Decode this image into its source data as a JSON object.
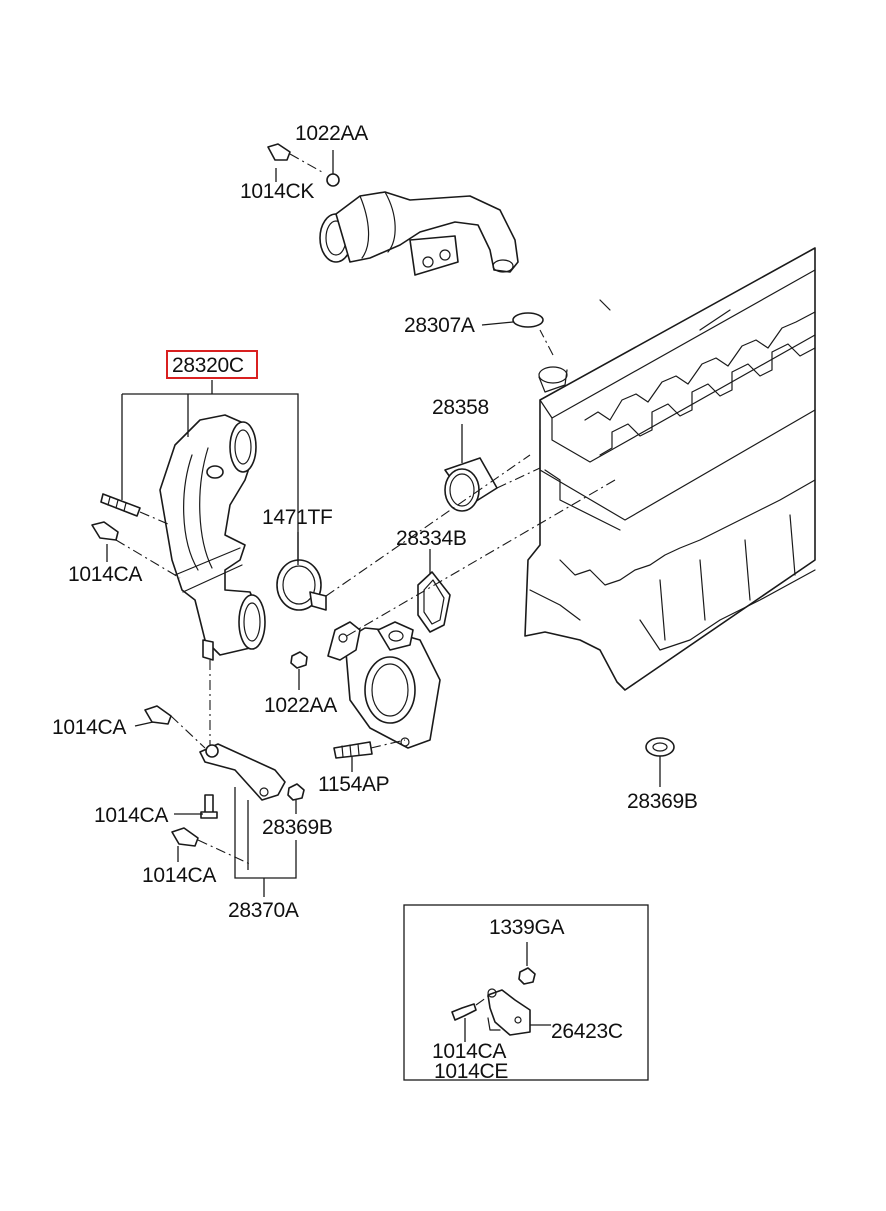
{
  "labels": {
    "p1022AA_top": "1022AA",
    "p1014CK": "1014CK",
    "p28307A": "28307A",
    "p28320C": "28320C",
    "p28358": "28358",
    "p1471TF": "1471TF",
    "p28334B": "28334B",
    "p1014CA_left": "1014CA",
    "p1022AA_mid": "1022AA",
    "p1014CA_bracket": "1014CA",
    "p1154AP": "1154AP",
    "p28369B_right": "28369B",
    "p1014CA_lower": "1014CA",
    "p28369B_lower": "28369B",
    "p1014CA_bottom": "1014CA",
    "p28370A": "28370A",
    "p1339GA": "1339GA",
    "p26423C": "26423C",
    "p1014CA_inset": "1014CA",
    "p1014CE_inset": "1014CE"
  },
  "colors": {
    "highlight": "#d92020",
    "ink": "#1a1a1a",
    "background": "#ffffff"
  }
}
